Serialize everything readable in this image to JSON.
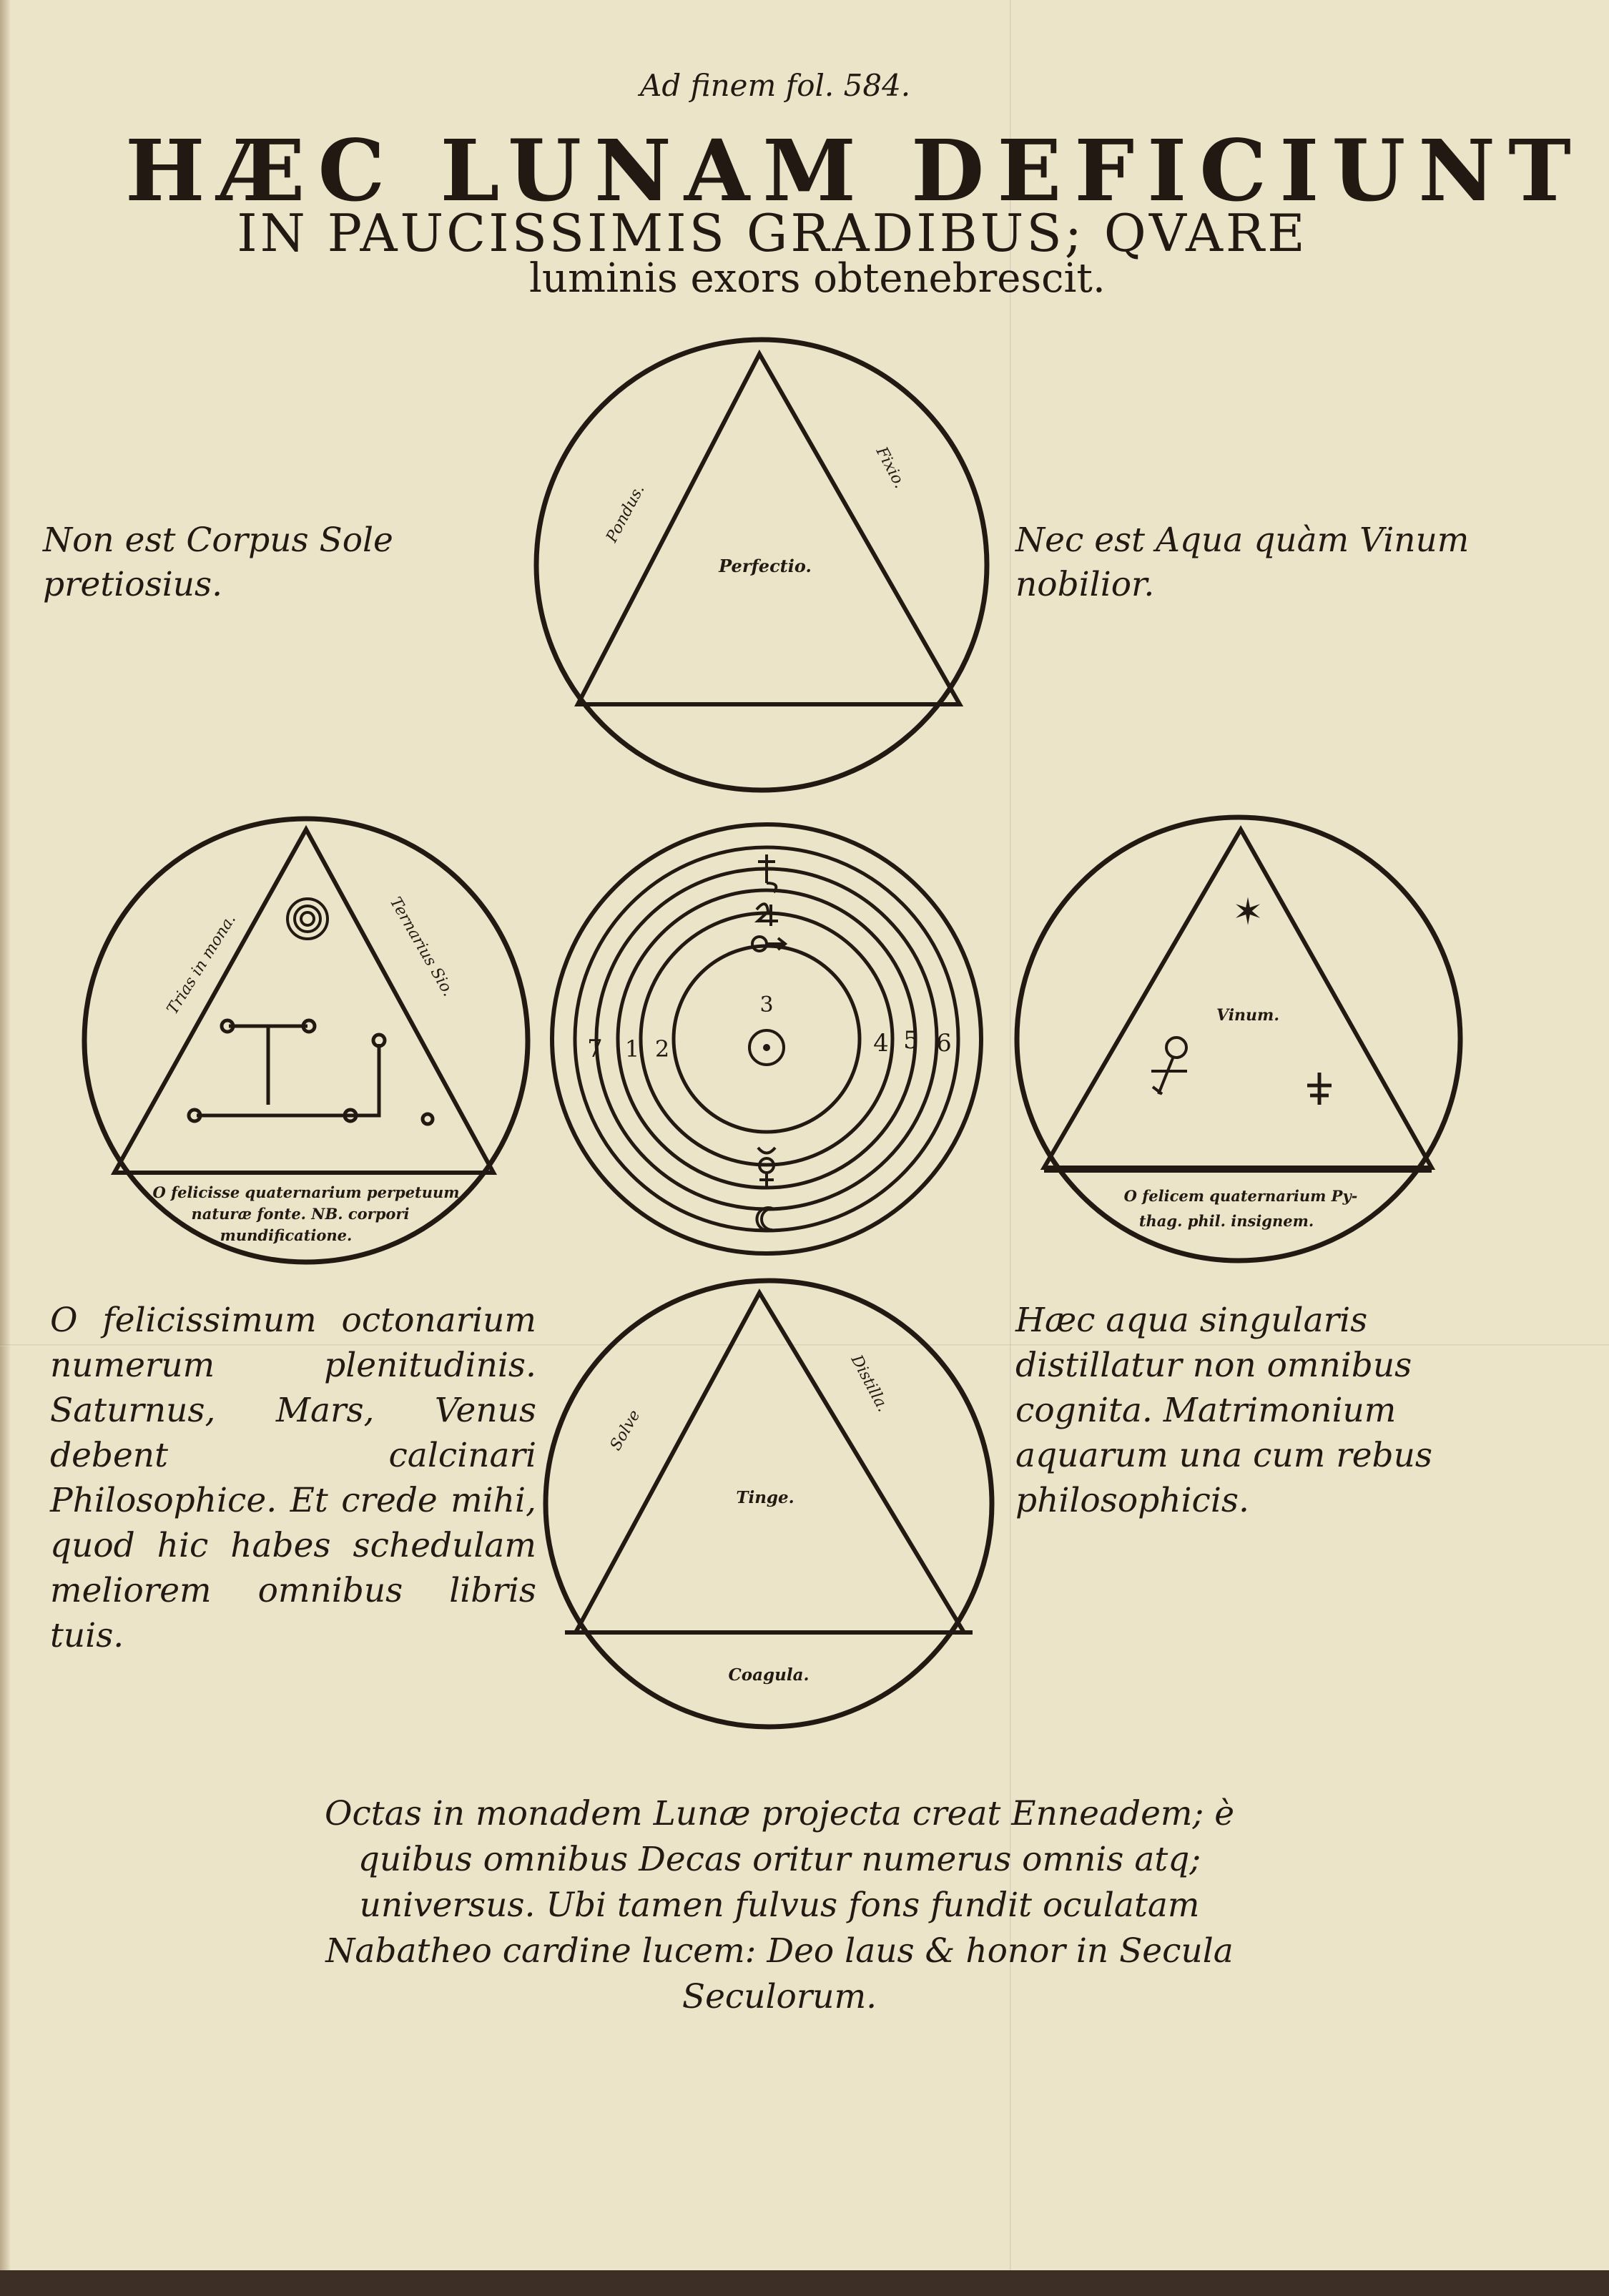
{
  "header": {
    "reference": "Ad finem fol. 584.",
    "title_line1": "HÆC LUNAM DEFICIUNT",
    "title_line2": "IN PAUCISSIMIS GRADIBUS; QVARE",
    "title_line3": "luminis exors obtenebrescit."
  },
  "side_notes": {
    "top_left": "Non est Corpus Sole pretiosius.",
    "top_right": "Nec est Aqua quàm Vinum nobilior.",
    "middle_left": "O felicissimum octonarium numerum plenitudinis. Saturnus, Mars, Venus debent calcinari Philosophice. Et crede mihi, quod hic habes schedulam meliorem omnibus libris tuis.",
    "middle_right": "Hæc aqua singularis distillatur non omnibus cognita. Matrimonium aquarum una cum rebus philosophicis."
  },
  "circles": {
    "top": {
      "left_side": "Pondus.",
      "right_side": "Fixio.",
      "center": "Perfectio."
    },
    "left": {
      "left_side": "Trias in mona.",
      "right_side": "Ternarius Sio.",
      "base_line1": "O felicisse quaternarium perpetuum",
      "base_line2": "naturæ fonte. NB. corpori",
      "base_line3": "mundificatione."
    },
    "right": {
      "center": "Vinum.",
      "base_line1": "O felicem quaternarium Py-",
      "base_line2": "thag. phil. insignem."
    },
    "bottom": {
      "left_side": "Solve",
      "right_side": "Distilla.",
      "center": "Tinge.",
      "base": "Coagula."
    },
    "center": {
      "numbers_left": [
        "7",
        "1",
        "2"
      ],
      "center_number": "3",
      "numbers_right": [
        "4",
        "5",
        "6"
      ]
    }
  },
  "colophon": "Octas in monadem Lunæ projecta creat Enneadem; è quibus omnibus Decas oritur numerus omnis atq; universus. Ubi tamen fulvus fons fundit oculatam Nabatheo cardine lucem: Deo laus & honor in Secula Seculorum."
}
